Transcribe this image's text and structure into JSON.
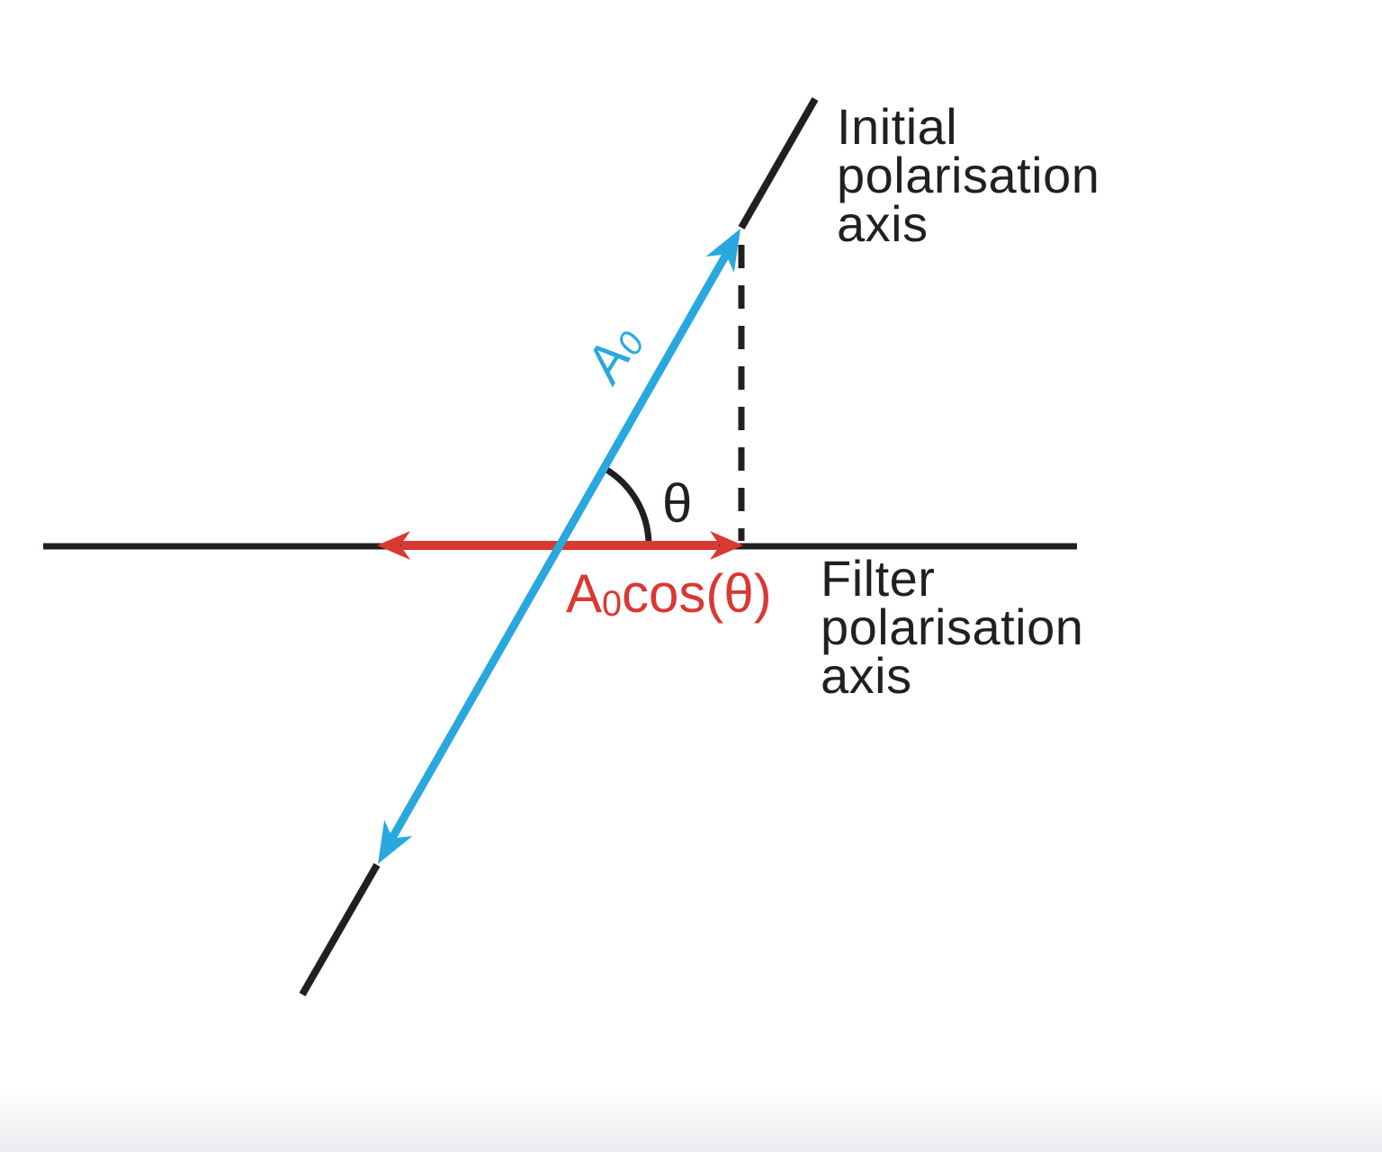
{
  "diagram": {
    "colors": {
      "black": "#231F20",
      "blue": "#29A8DF",
      "red": "#DA3832"
    },
    "labels": {
      "initial_axis": {
        "lines": [
          "Initial",
          "polarisation",
          "axis"
        ]
      },
      "filter_axis": {
        "lines": [
          "Filter",
          "polarisation",
          "axis"
        ]
      },
      "angle": "θ",
      "initial_amplitude": {
        "base": "A",
        "sub": "0"
      },
      "transmitted_component": {
        "base": "A",
        "sub": "0",
        "rest": "cos(θ)"
      }
    }
  }
}
